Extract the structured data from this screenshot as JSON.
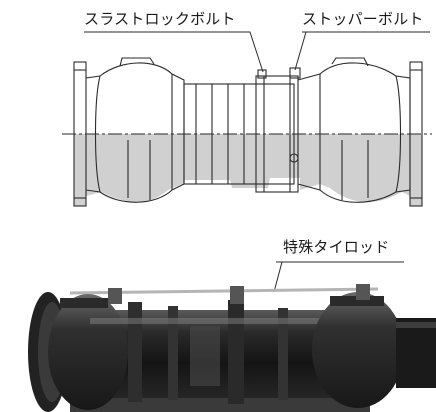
{
  "labels": {
    "thrust_lock_bolt": "スラストロックボルト",
    "stopper_bolt": "ストッパーボルト",
    "special_tie_rod": "特殊タイロッド"
  },
  "colors": {
    "line": "#2a2a2a",
    "section_fill": "#d0d0d0",
    "body_dark": "#1c1c1c",
    "body_mid": "#3a3a3a",
    "highlight": "#8a8a8a",
    "rod": "#b5b5b5"
  }
}
